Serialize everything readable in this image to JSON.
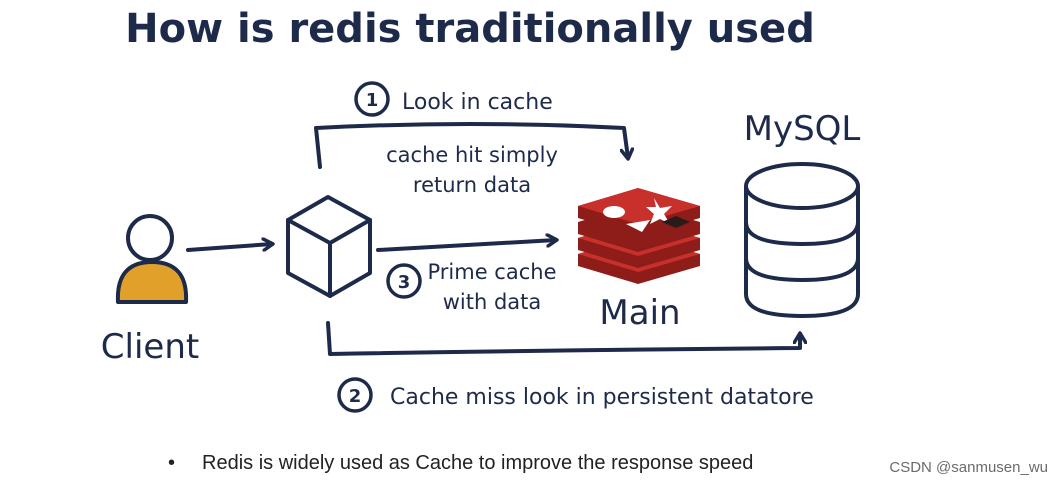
{
  "title": "How is redis traditionally used",
  "client": {
    "label": "Client"
  },
  "database": {
    "label": "MySQL"
  },
  "cache": {
    "label": "Main"
  },
  "steps": [
    {
      "number": "1",
      "label": "Look in cache"
    },
    {
      "number": "2",
      "label": "Cache miss look in persistent datatore"
    },
    {
      "number": "3",
      "label_line1": "Prime cache",
      "label_line2": "with data"
    }
  ],
  "cache_hit_note": {
    "line1": "cache hit simply",
    "line2": "return data"
  },
  "bullet": {
    "symbol": "•",
    "text": "Redis is widely used as Cache to improve the response speed"
  },
  "watermark": "CSDN @sanmusen_wu",
  "colors": {
    "ink": "#1e2a4a",
    "client_body": "#e0a02a",
    "redis_red": "#c8302b",
    "redis_dark": "#8e1d1a"
  }
}
